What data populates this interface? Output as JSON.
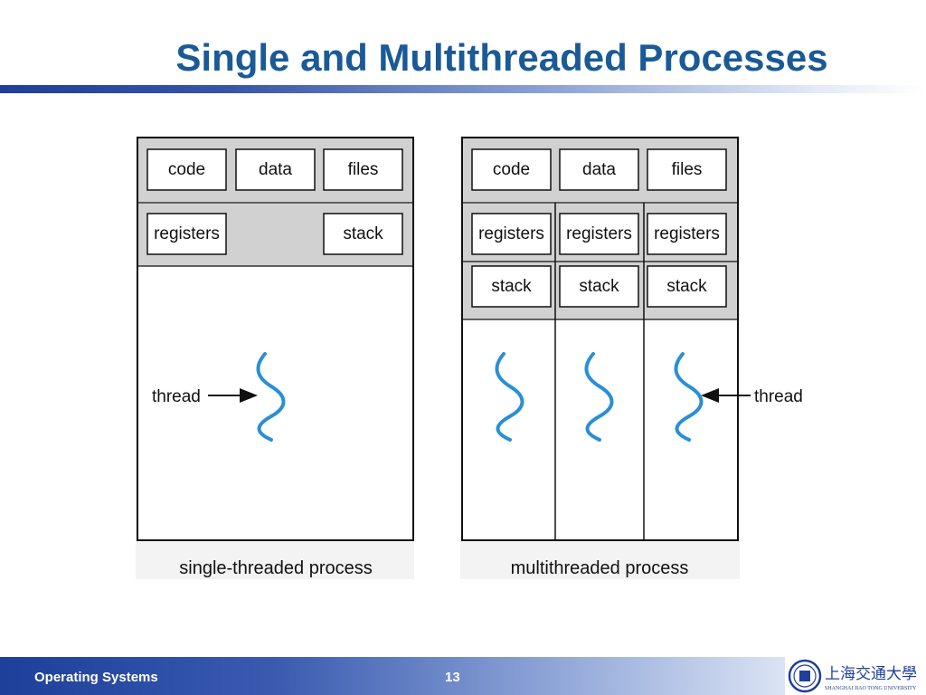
{
  "title": "Single and Multithreaded Processes",
  "single": {
    "shared": [
      "code",
      "data",
      "files"
    ],
    "registers": "registers",
    "stack": "stack",
    "thread_label": "thread",
    "caption": "single-threaded process"
  },
  "multi": {
    "shared": [
      "code",
      "data",
      "files"
    ],
    "registers": [
      "registers",
      "registers",
      "registers"
    ],
    "stacks": [
      "stack",
      "stack",
      "stack"
    ],
    "thread_label": "thread",
    "caption": "multithreaded process"
  },
  "footer": {
    "course": "Operating Systems",
    "page": "13"
  },
  "logo": {
    "chinese": "上海交通大學",
    "english": "SHANGHAI JIAO TONG UNIVERSITY"
  },
  "colors": {
    "title": "#1a5a96",
    "thread": "#2a8fd6",
    "gray_band": "#d1d1d1"
  }
}
